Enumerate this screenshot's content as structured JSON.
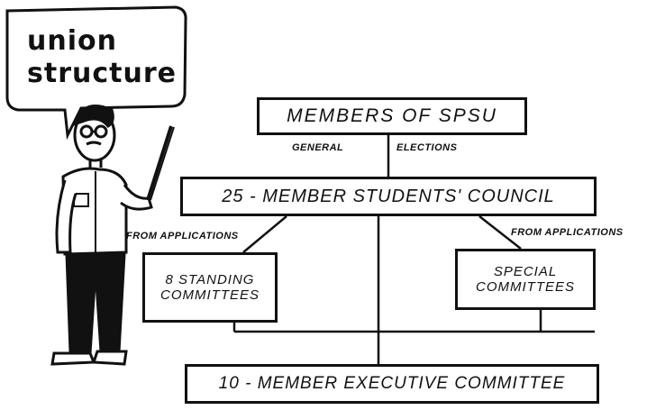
{
  "title": {
    "line1": "union",
    "line2": "structure"
  },
  "nodes": {
    "members": "MEMBERS OF SPSU",
    "council": "25 - MEMBER STUDENTS' COUNCIL",
    "standing_line1": "8 STANDING",
    "standing_line2": "COMMITTEES",
    "special_line1": "SPECIAL",
    "special_line2": "COMMITTEES",
    "executive": "10 - MEMBER EXECUTIVE COMMITTEE"
  },
  "edge_labels": {
    "general": "GENERAL",
    "elections": "ELECTIONS",
    "from_applications_left": "FROM APPLICATIONS",
    "from_applications_right": "FROM APPLICATIONS"
  }
}
